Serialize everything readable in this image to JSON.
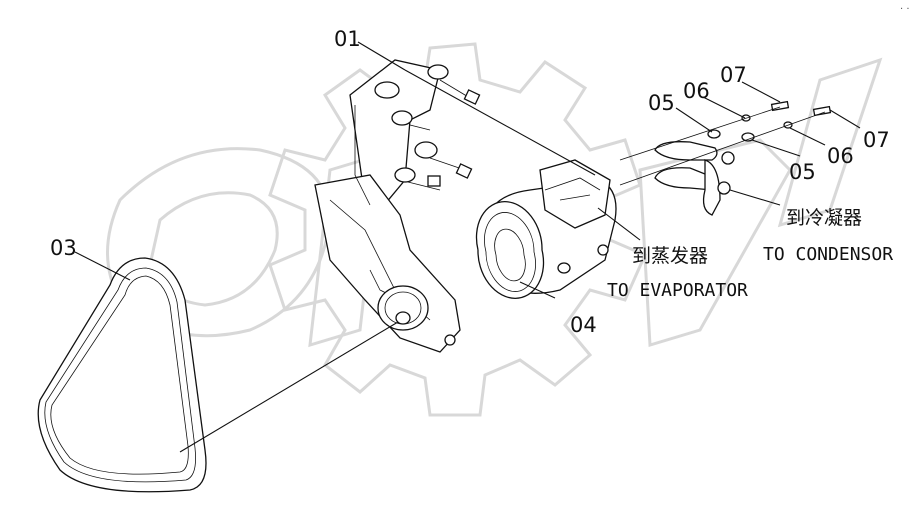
{
  "callouts": {
    "c01": "01",
    "c03": "03",
    "c04": "04",
    "c05a": "05",
    "c05b": "05",
    "c06a": "06",
    "c06b": "06",
    "c07a": "07",
    "c07b": "07"
  },
  "annotations": {
    "evaporator_cn": "到蒸发器",
    "evaporator_en": "TO EVAPORATOR",
    "condenser_cn": "到冷凝器",
    "condenser_en": "TO CONDENSOR"
  },
  "colors": {
    "line": "#111111",
    "watermark": "#d8d8d8",
    "background": "#ffffff"
  }
}
